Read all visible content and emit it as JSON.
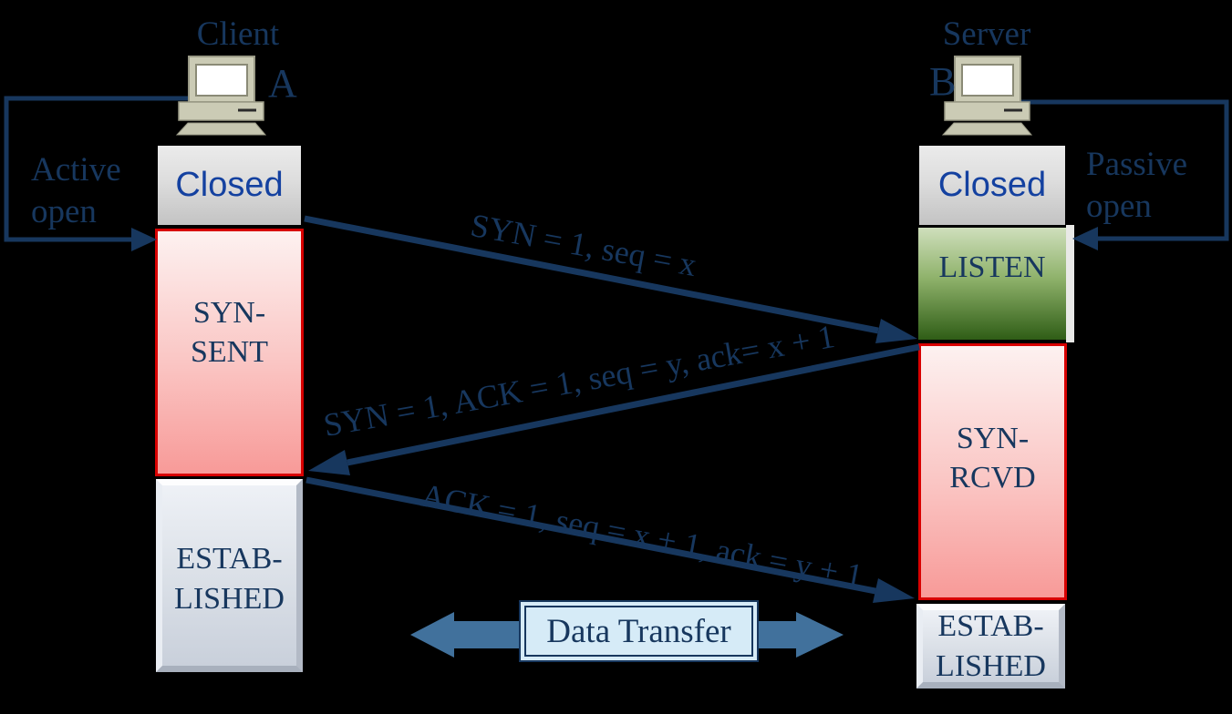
{
  "client": {
    "title": "Client",
    "host_label": "A",
    "open_action": {
      "line1": "Active",
      "line2": "open"
    },
    "states": {
      "closed": "Closed",
      "syn_sent": {
        "line1": "SYN-",
        "line2": "SENT"
      },
      "established": {
        "line1": "ESTAB-",
        "line2": "LISHED"
      }
    }
  },
  "server": {
    "title": "Server",
    "host_label": "B",
    "open_action": {
      "line1": "Passive",
      "line2": "open"
    },
    "states": {
      "closed": "Closed",
      "listen": "LISTEN",
      "syn_rcvd": {
        "line1": "SYN-",
        "line2": "RCVD"
      },
      "established": {
        "line1": "ESTAB-",
        "line2": "LISHED"
      }
    }
  },
  "messages": {
    "syn": "SYN = 1, seq = x",
    "syn_ack": "SYN = 1, ACK = 1, seq = y, ack= x + 1",
    "ack": "ACK = 1, seq = x + 1, ack = y + 1"
  },
  "data_transfer_label": "Data Transfer",
  "colors": {
    "background": "#000000",
    "navy_text_and_arrows": "#17375e",
    "closed_text_blue": "#1441a0",
    "state_border_red": "#d80000",
    "steel_blue_block_arrow": "#41719c",
    "listen_green_dark": "#2f5d16",
    "pink_state_fill": "#f89a98",
    "established_gray": "#c9d0db",
    "data_transfer_fill": "#d6ebf7",
    "computer_beige": "#cbcbb5"
  },
  "icons": {
    "client_computer": "desktop-computer-icon",
    "server_computer": "desktop-computer-icon"
  }
}
